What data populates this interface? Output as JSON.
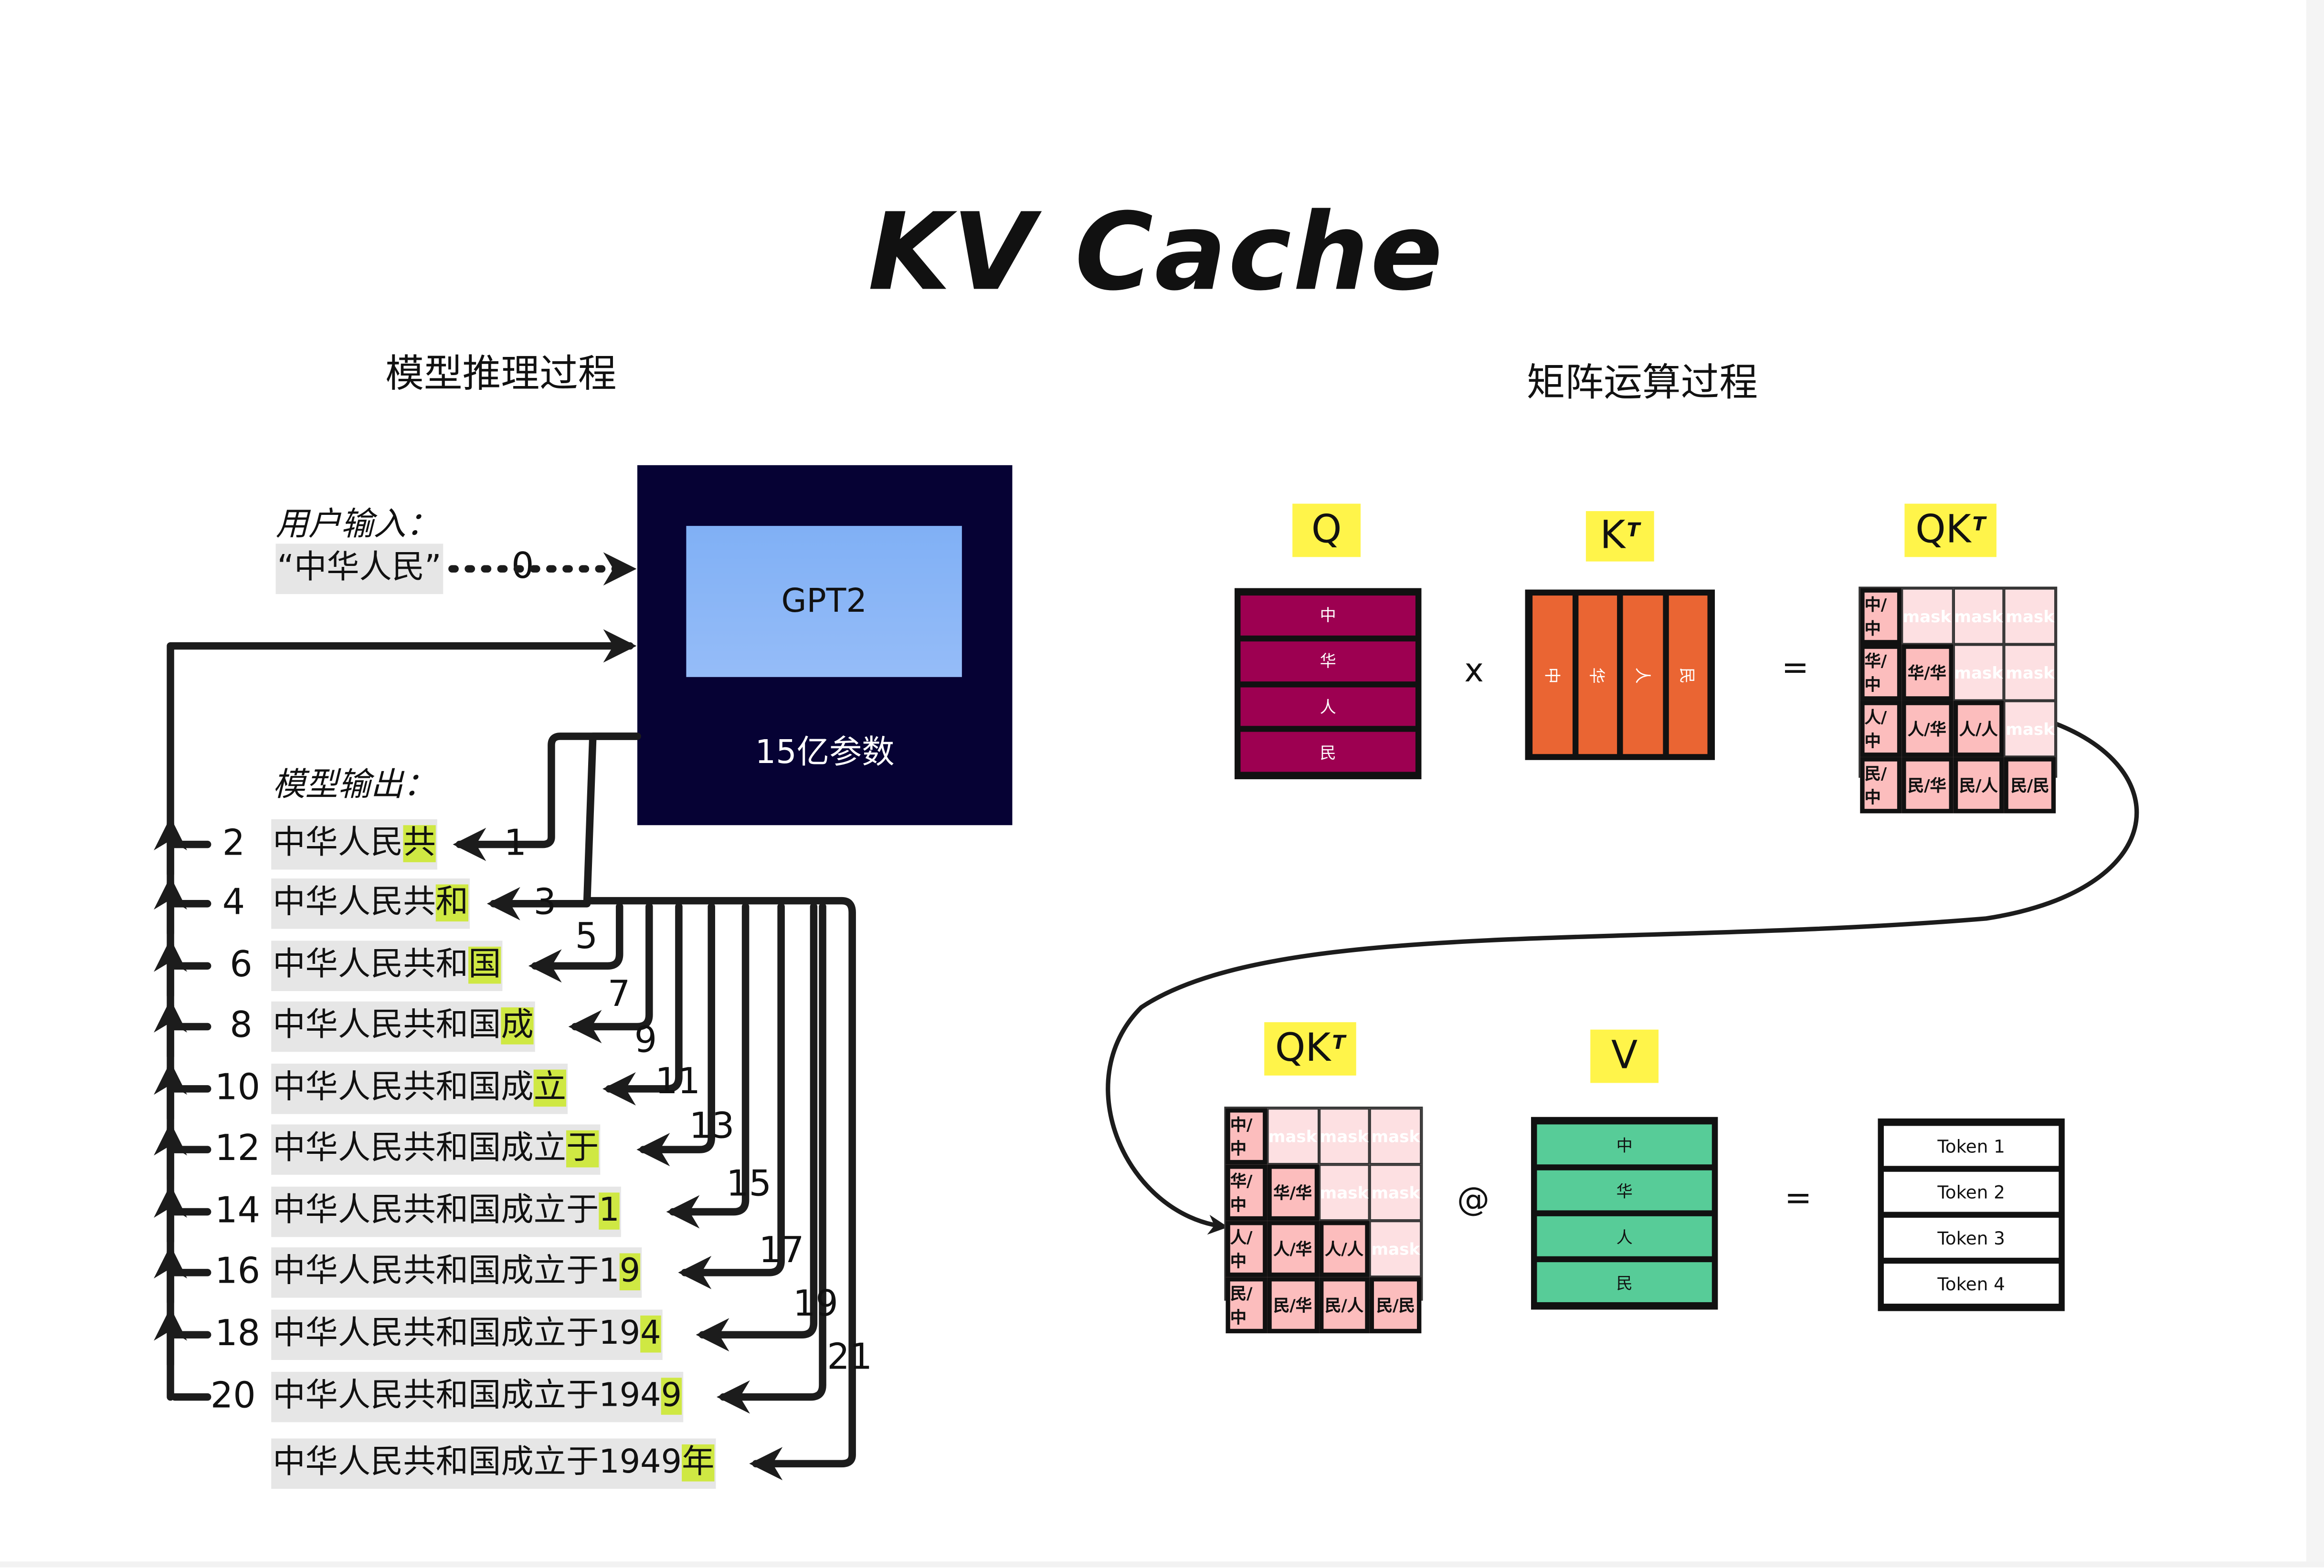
{
  "title": "KV Cache",
  "left_section": {
    "heading": "模型推理过程",
    "user_input_label": "用户输入：",
    "user_input_text": "“中华人民”",
    "model": {
      "name": "GPT2",
      "params": "15亿参数"
    },
    "model_output_label": "模型输出：",
    "start_step": "0",
    "outputs": [
      {
        "prefix": "中华人民",
        "new_token": "共",
        "in_step": "1",
        "out_step": "2"
      },
      {
        "prefix": "中华人民共",
        "new_token": "和",
        "in_step": "3",
        "out_step": "4"
      },
      {
        "prefix": "中华人民共和",
        "new_token": "国",
        "in_step": "5",
        "out_step": "6"
      },
      {
        "prefix": "中华人民共和国",
        "new_token": "成",
        "in_step": "7",
        "out_step": "8"
      },
      {
        "prefix": "中华人民共和国成",
        "new_token": "立",
        "in_step": "9",
        "out_step": "10"
      },
      {
        "prefix": "中华人民共和国成立",
        "new_token": "于",
        "in_step": "11",
        "out_step": "12"
      },
      {
        "prefix": "中华人民共和国成立于",
        "new_token": "1",
        "in_step": "13",
        "out_step": "14"
      },
      {
        "prefix": "中华人民共和国成立于1",
        "new_token": "9",
        "in_step": "15",
        "out_step": "16"
      },
      {
        "prefix": "中华人民共和国成立于19",
        "new_token": "4",
        "in_step": "17",
        "out_step": "18"
      },
      {
        "prefix": "中华人民共和国成立于194",
        "new_token": "9",
        "in_step": "19",
        "out_step": "20"
      },
      {
        "prefix": "中华人民共和国成立于1949",
        "new_token": "年",
        "in_step": "21",
        "out_step": ""
      }
    ]
  },
  "right_section": {
    "heading": "矩阵运算过程",
    "tokens": [
      "中",
      "华",
      "人",
      "民"
    ],
    "q_label": "Q",
    "k_label": "K",
    "transpose_mark": "T",
    "qk_label": "QK",
    "v_label": "V",
    "times_op": "x",
    "equals_op": "=",
    "matmul_op": "@",
    "mask_text": "mask",
    "qk_cells": [
      [
        "中/中",
        "mask",
        "mask",
        "mask"
      ],
      [
        "华/中",
        "华/华",
        "mask",
        "mask"
      ],
      [
        "人/中",
        "人/华",
        "人/人",
        "mask"
      ],
      [
        "民/中",
        "民/华",
        "民/人",
        "民/民"
      ]
    ],
    "output_tokens": [
      "Token  1",
      "Token  2",
      "Token  3",
      "Token  4"
    ],
    "colors": {
      "q": "#9d0051",
      "k": "#ea6533",
      "v": "#57cc98",
      "label_bg": "#fff44a",
      "unmasked": "#fcbdbd",
      "masked": "#fde0e2",
      "highlight": "#cfe843",
      "model_bg": "#060234",
      "model_inner": "#88b5f7"
    }
  }
}
